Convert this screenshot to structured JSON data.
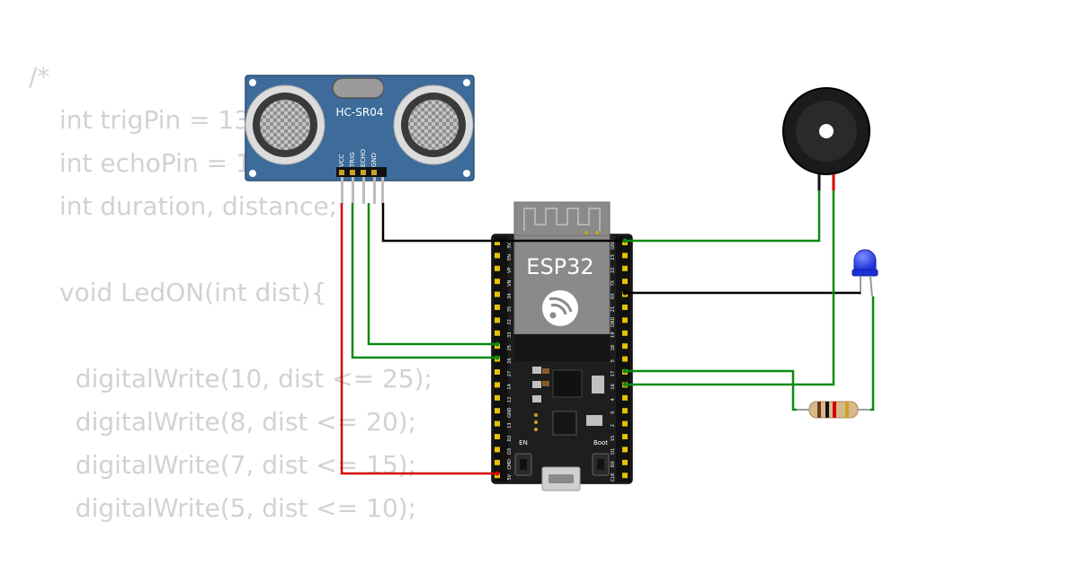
{
  "code_lines": [
    "/*",
    "int trigPin = 13;",
    "int echoPin = 12;",
    "int duration, distance;",
    "",
    "void LedON(int dist){",
    "",
    "  digitalWrite(10, dist <= 25);",
    "  digitalWrite(8, dist <= 20);",
    "  digitalWrite(7, dist <= 15);",
    "  digitalWrite(5, dist <= 10);"
  ],
  "sensor": {
    "model": "HC-SR04",
    "pins": [
      "VCC",
      "TRIG",
      "ECHO",
      "GND"
    ]
  },
  "board": {
    "name": "ESP32",
    "en_label": "EN",
    "boot_label": "Boot",
    "left_pins": [
      "3V3",
      "EN",
      "VP",
      "VN",
      "34",
      "35",
      "32",
      "33",
      "25",
      "26",
      "27",
      "14",
      "12",
      "GND",
      "13",
      "D2",
      "D3",
      "CMD",
      "5V"
    ],
    "right_pins": [
      "GND",
      "23",
      "22",
      "TX",
      "RX",
      "21",
      "GND",
      "19",
      "18",
      "5",
      "17",
      "16",
      "4",
      "0",
      "2",
      "15",
      "D1",
      "D0",
      "CLK"
    ]
  },
  "colors": {
    "wire_green": "#0a8a13",
    "wire_red": "#d40000",
    "wire_black": "#000000",
    "board": "#1e1e1e",
    "sensor_pcb": "#3d6b9a",
    "led": "#1a2fd6",
    "code_text": "#d2d2d2"
  }
}
